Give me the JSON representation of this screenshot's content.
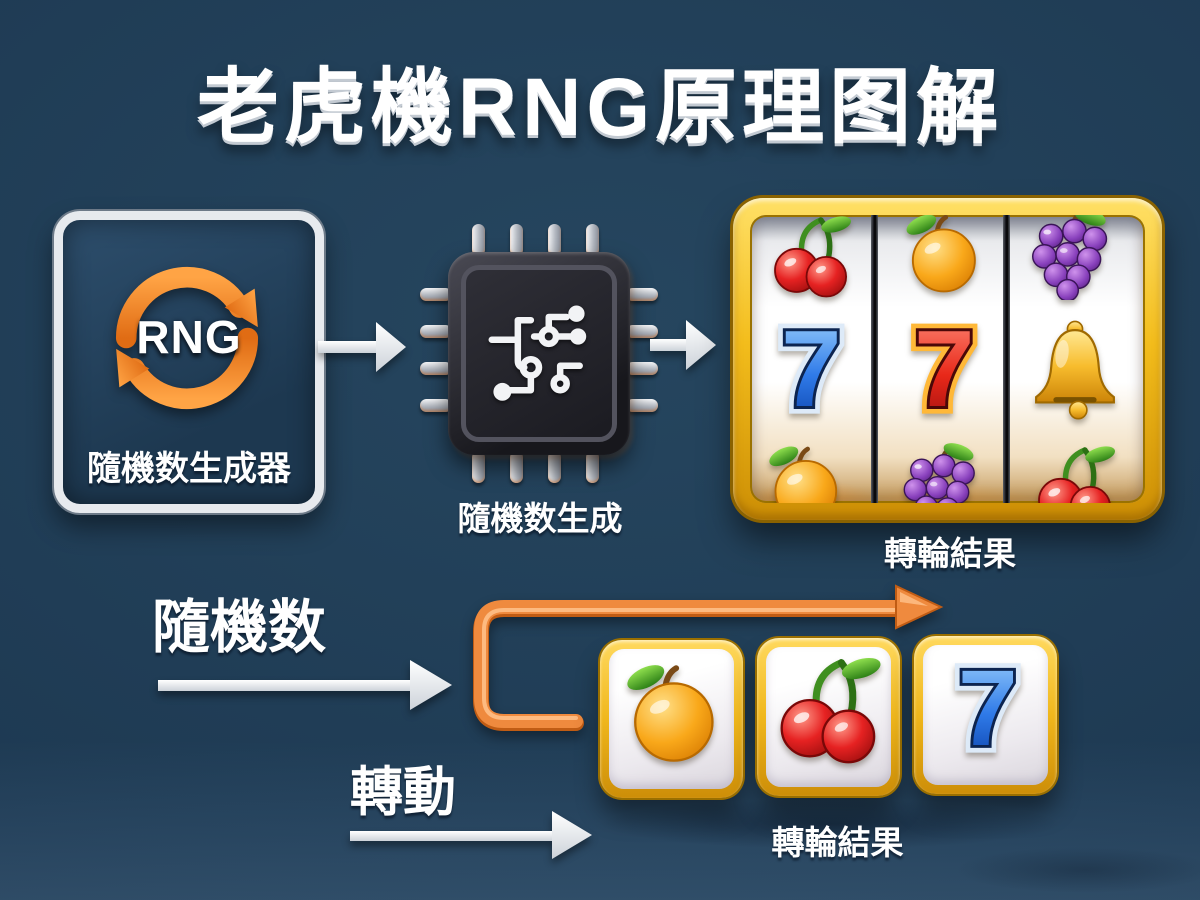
{
  "title": "老虎機RNG原理图解",
  "flow": {
    "rng_box": {
      "acronym": "RNG",
      "label": "隨機数生成器",
      "icon": "cycle-arrows-icon"
    },
    "chip": {
      "label": "隨機数生成",
      "icon": "microchip-icon"
    },
    "slot_machine": {
      "label": "轉輪結果",
      "reels": [
        {
          "symbols": [
            "cherries",
            "seven-blue",
            "orange"
          ]
        },
        {
          "symbols": [
            "orange",
            "seven-red",
            "grapes"
          ]
        },
        {
          "symbols": [
            "grapes",
            "bell",
            "cherries"
          ]
        }
      ]
    }
  },
  "bottom_flow": {
    "random_number_label": "隨機数",
    "spin_label": "轉動",
    "result_label": "轉輪結果",
    "tiles": {
      "symbols": [
        "orange",
        "cherries",
        "seven-blue"
      ]
    }
  },
  "colors": {
    "background": "#1e3a53",
    "accent_orange": "#ee8330",
    "gold_frame": "#f2bd1c",
    "silver": "#e7eaee",
    "text": "#ffffff",
    "seven_blue": "#2f7ae8",
    "seven_red": "#e82819",
    "bell_gold": "#f7bc2d",
    "grape_purple": "#8840bc",
    "cherry_red": "#e62222",
    "orange_fruit": "#f9a81a"
  }
}
